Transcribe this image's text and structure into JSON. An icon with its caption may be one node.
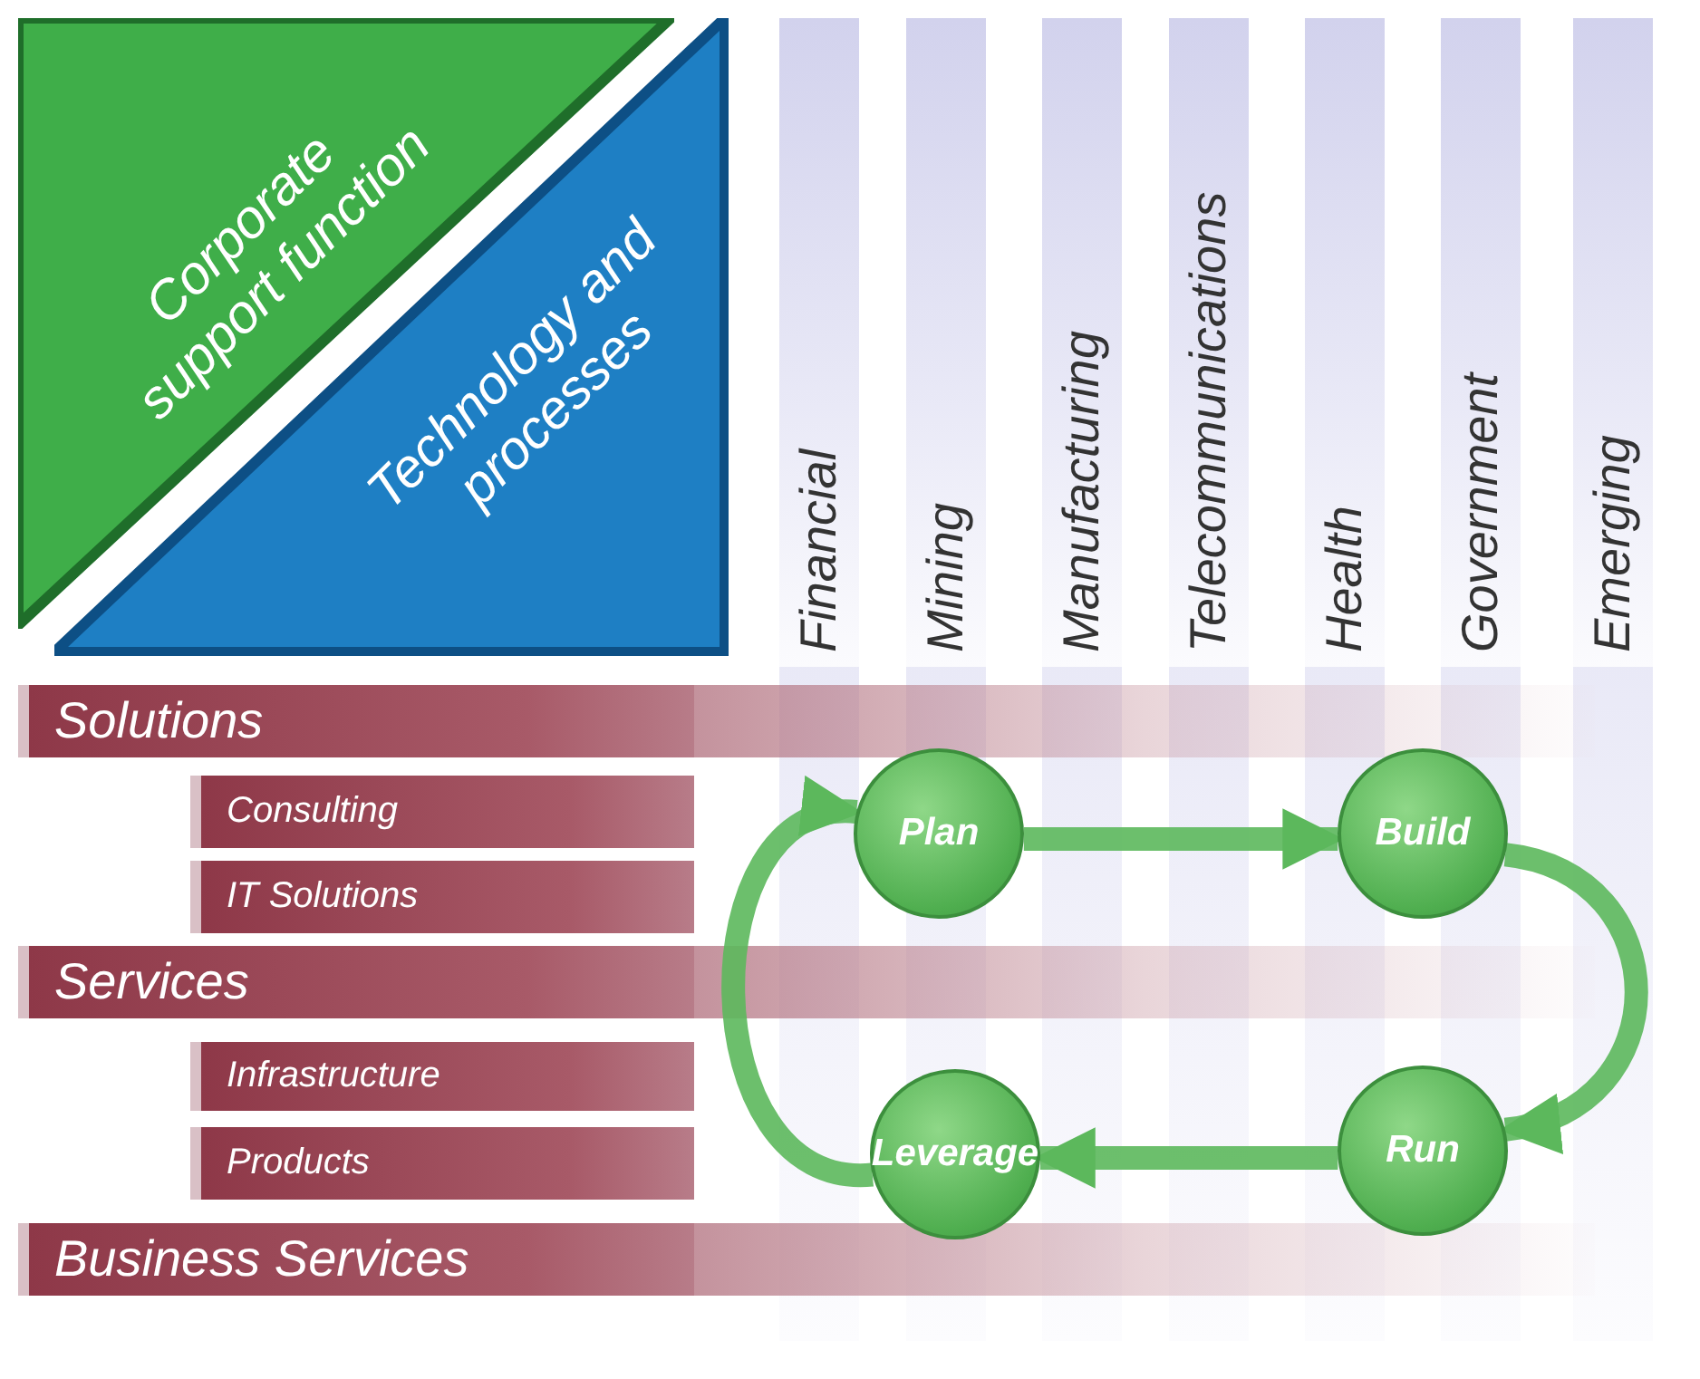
{
  "diagram": {
    "nodes": [
      {
        "text": [
          "Corporate support function"
        ]
      },
      {
        "text": [
          "Technology and processes"
        ]
      },
      {
        "text": [
          "Financial"
        ]
      },
      {
        "text": [
          "Mining"
        ]
      },
      {
        "text": [
          "Manufacturing"
        ]
      },
      {
        "text": [
          "Telecommunications"
        ]
      },
      {
        "text": [
          "Health"
        ]
      },
      {
        "text": [
          "Government"
        ]
      },
      {
        "text": [
          "Emerging"
        ]
      },
      {
        "text": [
          "Solutions"
        ]
      },
      {
        "text": [
          "Consulting"
        ]
      },
      {
        "text": [
          "IT Solutions"
        ]
      },
      {
        "text": [
          "Services"
        ]
      },
      {
        "text": [
          "Infrastructure"
        ]
      },
      {
        "text": [
          "Products"
        ]
      },
      {
        "text": [
          "Business Services"
        ]
      },
      {
        "text": [
          "Plan"
        ]
      },
      {
        "text": [
          "Build"
        ]
      },
      {
        "text": [
          "Run"
        ]
      },
      {
        "text": [
          "Leverage"
        ]
      }
    ],
    "edges": [
      {
        "from": 16,
        "to": 17,
        "arrow": "to"
      },
      {
        "from": 17,
        "to": 18,
        "arrow": "to"
      },
      {
        "from": 18,
        "to": 19,
        "arrow": "to"
      },
      {
        "from": 19,
        "to": 16,
        "arrow": "to"
      }
    ]
  }
}
